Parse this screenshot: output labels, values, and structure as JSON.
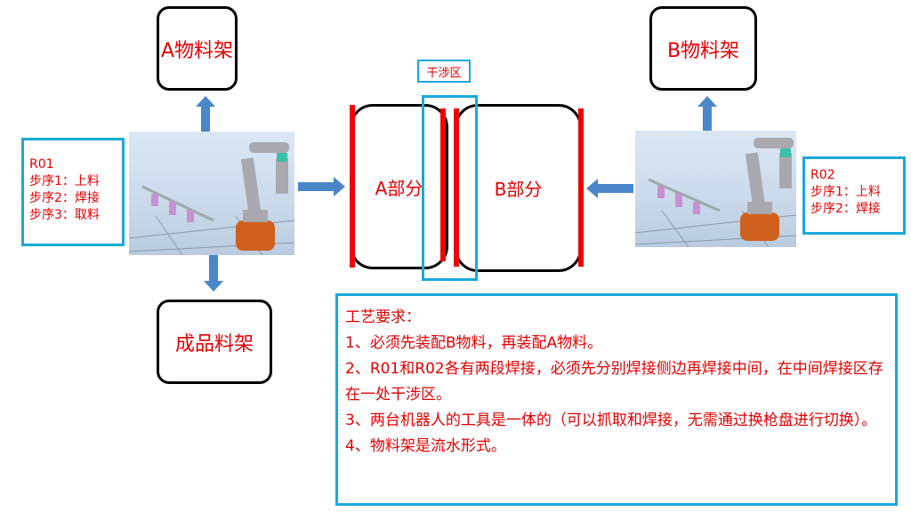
{
  "racks": {
    "a": "A物料架",
    "b": "B物料架",
    "finished": "成品料架"
  },
  "parts": {
    "a": "A部分",
    "b": "B部分"
  },
  "interference_label": "干涉区",
  "r01": {
    "name": "R01",
    "steps": [
      "步序1：上料",
      "步序2：焊接",
      "步序3：取料"
    ]
  },
  "r02": {
    "name": "R02",
    "steps": [
      "步序1：上料",
      "步序2：焊接"
    ]
  },
  "requirements": {
    "title": "工艺要求：",
    "lines": [
      "1、必须先装配B物料，再装配A物料。",
      "2、R01和R02各有两段焊接，必须先分别焊接侧边再焊接中间，在中间焊接区存在一处干涉区。",
      "3、两台机器人的工具是一体的（可以抓取和焊接，无需通过换枪盘进行切换）。",
      "4、物料架是流水形式。"
    ]
  },
  "colors": {
    "text": "#e00000",
    "frame": "#1aa8dc",
    "arrow": "#4a86c8"
  }
}
